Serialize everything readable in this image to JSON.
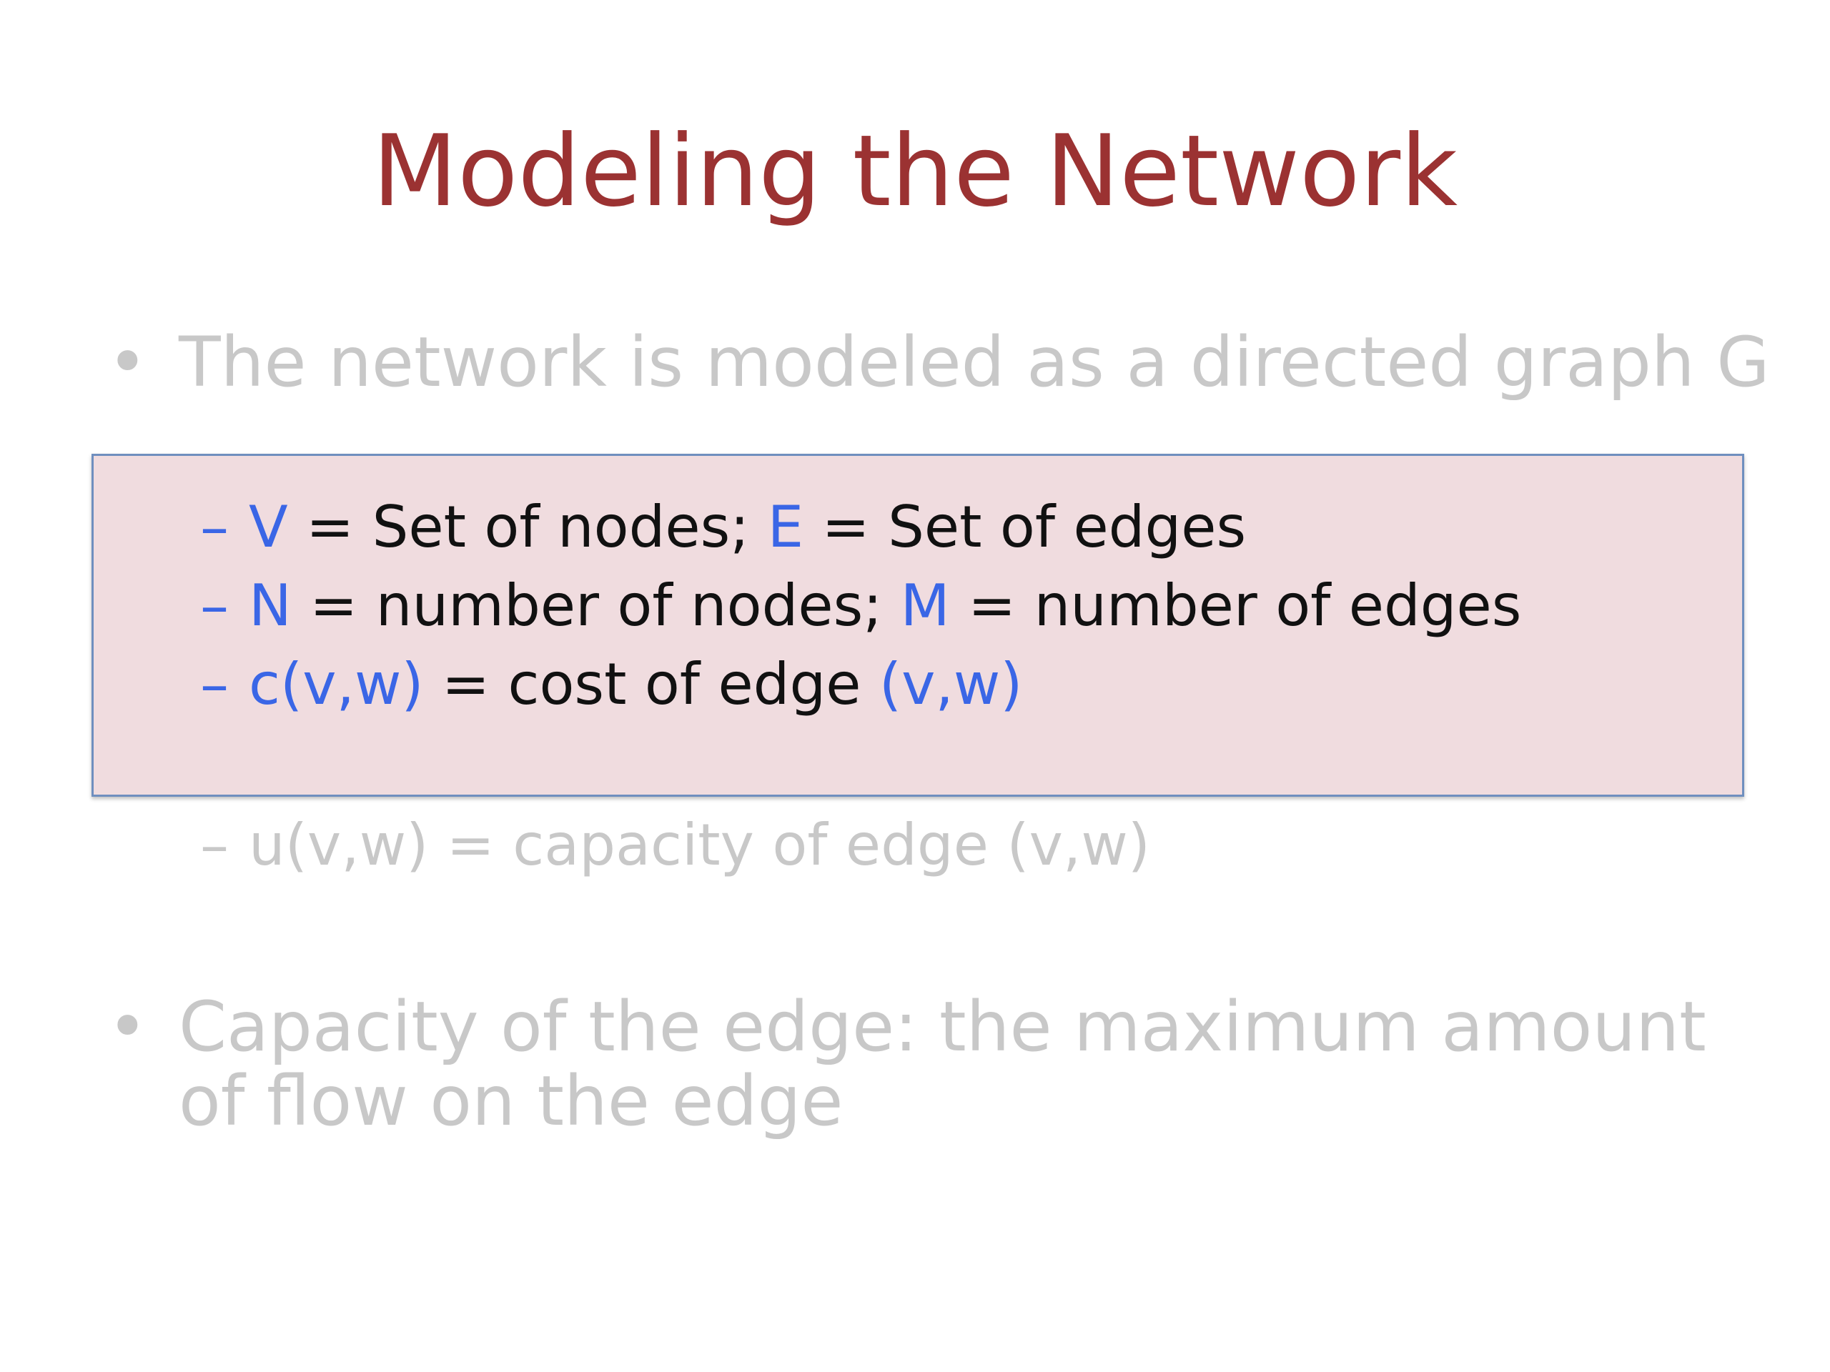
{
  "slide": {
    "title": "Modeling the Network",
    "bullet1": {
      "marker": "•",
      "text": "The network is modeled as a directed graph G"
    },
    "sub1": {
      "dash": "–",
      "a": "V",
      "b": " = Set of nodes; ",
      "c": "E",
      "d": " = Set of edges"
    },
    "sub2": {
      "dash": "–",
      "a": "N",
      "b": " = number of nodes; ",
      "c": "M",
      "d": " = number of edges"
    },
    "sub3": {
      "dash": "–",
      "a": "c(v,w)",
      "b": " = cost of edge ",
      "c": "(v,w)"
    },
    "sub4": {
      "dash": "–",
      "text": "u(v,w) = capacity of edge (v,w)"
    },
    "bullet2": {
      "marker": "•",
      "text": "Capacity of the edge: the maximum amount of flow on the edge"
    }
  },
  "colors": {
    "title": "#9b3232",
    "highlight": "#3a66e6",
    "faded": "#c8c8c8",
    "box_fill": "#f0dcdf",
    "box_border": "#6f8fbf"
  }
}
